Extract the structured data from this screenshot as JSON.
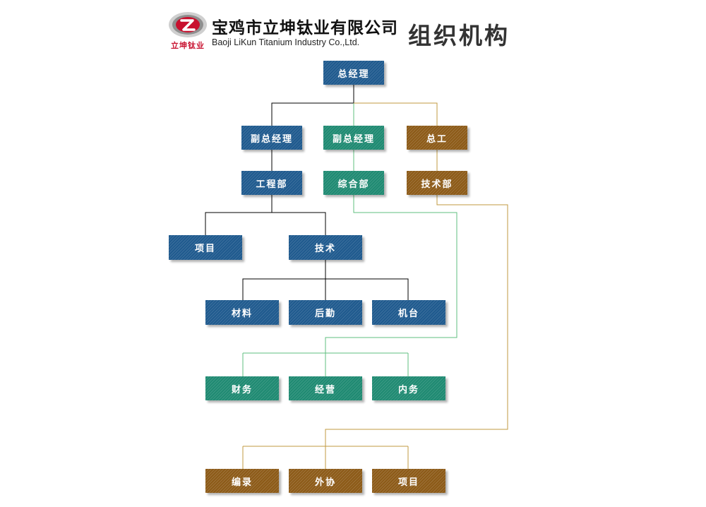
{
  "header": {
    "logo_caption": "立坤钛业",
    "company_cn": "宝鸡市立坤钛业有限公司",
    "company_en": "Baoji LiKun Titanium Industry Co.,Ltd.",
    "title": "组织机构"
  },
  "colors": {
    "blue": "#1f5a8e",
    "green": "#1f8a72",
    "brown": "#8c5a17",
    "line_black": "#000000",
    "line_green": "#5fbf7f",
    "line_brown": "#c09a40",
    "logo_red": "#c8102e"
  },
  "chart": {
    "root": "总经理",
    "deputy_gm_1": "副总经理",
    "deputy_gm_2": "副总经理",
    "chief_engineer": "总工",
    "engineering_dept": "工程部",
    "general_dept": "综合部",
    "technical_dept": "技术部",
    "project": "项目",
    "technology": "技术",
    "materials": "材料",
    "logistics": "后勤",
    "machinery": "机台",
    "finance": "财务",
    "operations": "经营",
    "internal_affairs": "内务",
    "documentation": "编录",
    "outsourcing": "外协",
    "project_2": "项目"
  }
}
